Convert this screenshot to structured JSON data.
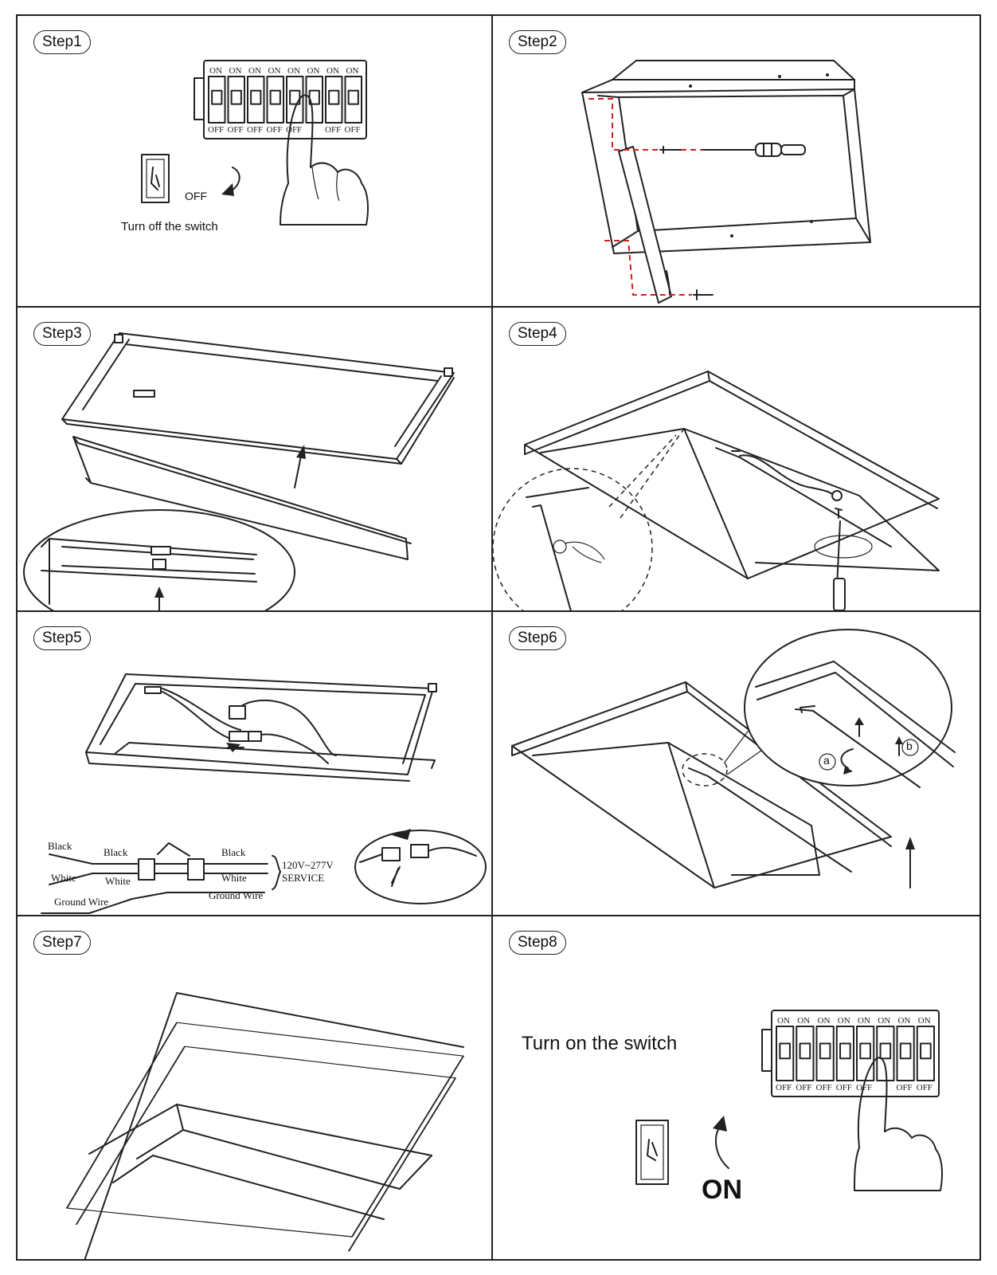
{
  "steps": [
    {
      "label": "Step1",
      "caption": "Turn off the switch",
      "switch_text": "OFF"
    },
    {
      "label": "Step2"
    },
    {
      "label": "Step3"
    },
    {
      "label": "Step4"
    },
    {
      "label": "Step5",
      "wiring": {
        "left_black": "Black",
        "left_white": "White",
        "ground": "Ground Wire",
        "mid_black": "Black",
        "mid_white": "White",
        "right_black": "Black",
        "right_white": "White",
        "right_ground": "Ground Wire",
        "service_line1": "120V~277V",
        "service_line2": "SERVICE"
      }
    },
    {
      "label": "Step6",
      "marker_a": "a",
      "marker_b": "b"
    },
    {
      "label": "Step7"
    },
    {
      "label": "Step8",
      "caption": "Turn on the switch",
      "switch_text": "ON"
    }
  ],
  "breaker": {
    "on": [
      "ON",
      "ON",
      "ON",
      "ON",
      "ON",
      "ON",
      "ON",
      "ON"
    ],
    "off": [
      "OFF",
      "OFF",
      "OFF",
      "OFF",
      "OFF",
      "",
      "OFF",
      "OFF"
    ]
  }
}
